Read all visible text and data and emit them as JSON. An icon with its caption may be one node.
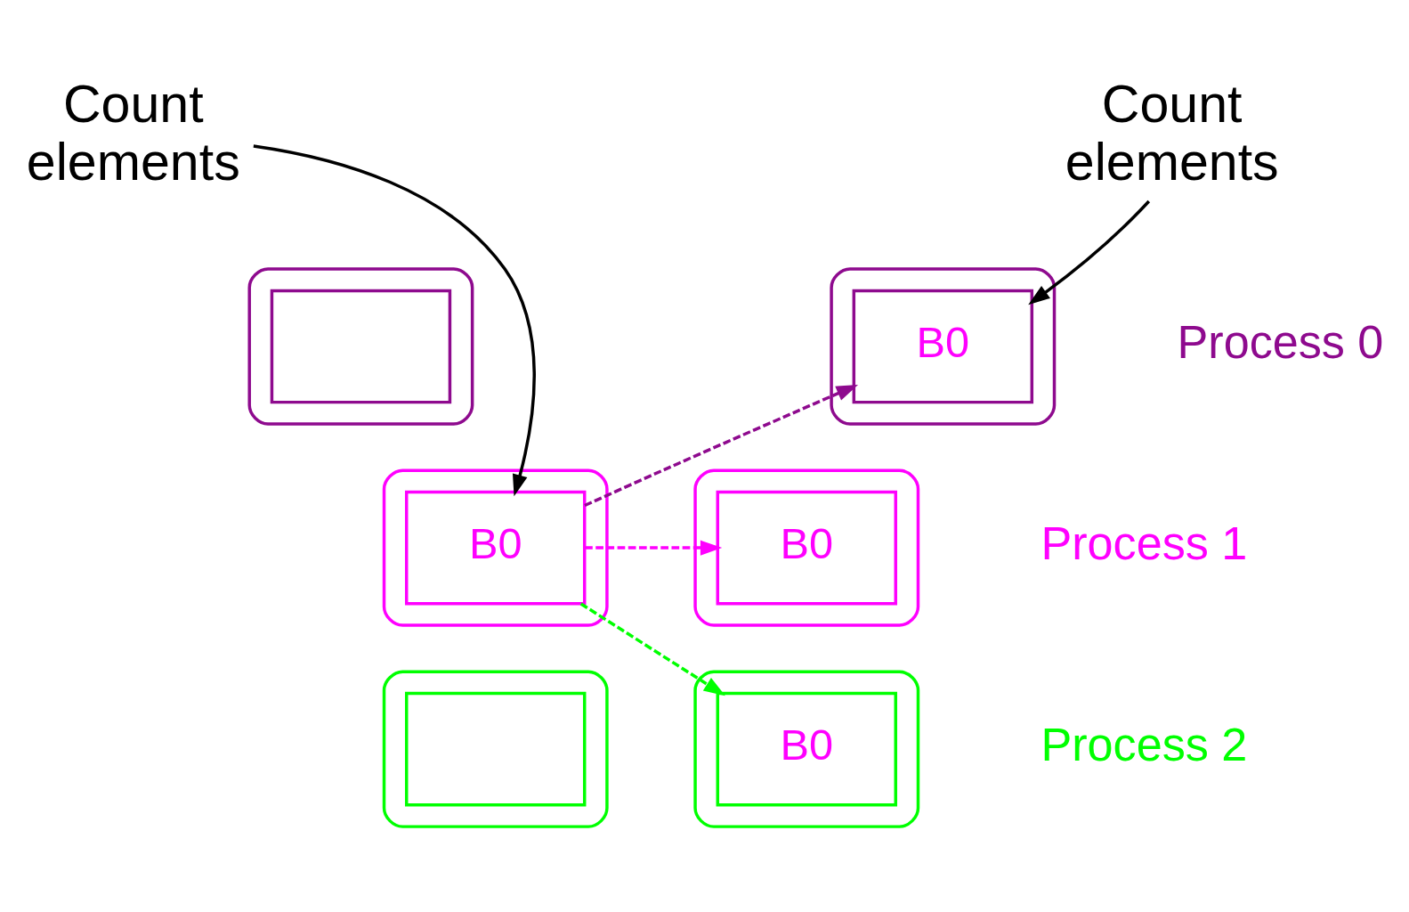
{
  "diagram": {
    "nodes": [
      {
        "text": [
          "Count elements"
        ]
      },
      {
        "text": [
          "Count elements"
        ]
      },
      {
        "text": [],
        "shape": "box"
      },
      {
        "text": [],
        "shape": "box",
        "in": 2
      },
      {
        "text": [],
        "shape": "box"
      },
      {
        "text": [
          "B0"
        ],
        "in": 4
      },
      {
        "text": [],
        "shape": "box"
      },
      {
        "text": [
          "B0"
        ],
        "in": 6
      },
      {
        "text": [],
        "shape": "box"
      },
      {
        "text": [
          "B0"
        ],
        "in": 8
      },
      {
        "text": [],
        "shape": "box"
      },
      {
        "text": [],
        "shape": "box",
        "in": 10
      },
      {
        "text": [],
        "shape": "box"
      },
      {
        "text": [
          "B0"
        ],
        "in": 12
      }
    ],
    "edges": [
      {
        "from": 0,
        "to": 7,
        "arrow": "to"
      },
      {
        "from": 1,
        "to": 5,
        "arrow": "to"
      },
      {
        "from": 7,
        "to": 5,
        "arrow": "to",
        "style": "dashed",
        "color": "#8e0a8e"
      },
      {
        "from": 7,
        "to": 9,
        "arrow": "to",
        "style": "dashed",
        "color": "#ff00ff"
      },
      {
        "from": 7,
        "to": 13,
        "arrow": "to",
        "style": "dashed",
        "color": "#00ff00"
      }
    ],
    "labels": [
      "Process 0",
      "Process 1",
      "Process 2"
    ]
  }
}
